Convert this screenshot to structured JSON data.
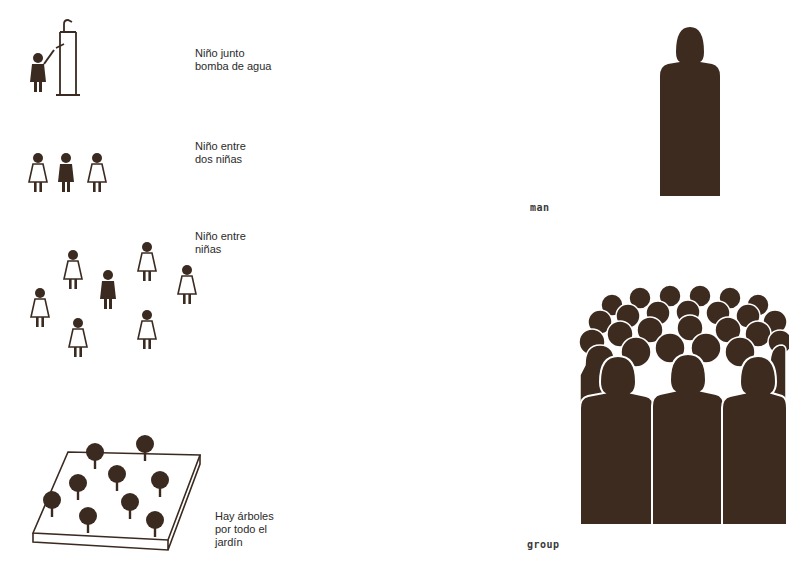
{
  "diagram": {
    "labels": [
      "Niño junto bomba de agua",
      "Niño entre dos niñas",
      "Niño entre niñas",
      "Hay árboles por todo el jardín",
      "man",
      "group"
    ]
  }
}
